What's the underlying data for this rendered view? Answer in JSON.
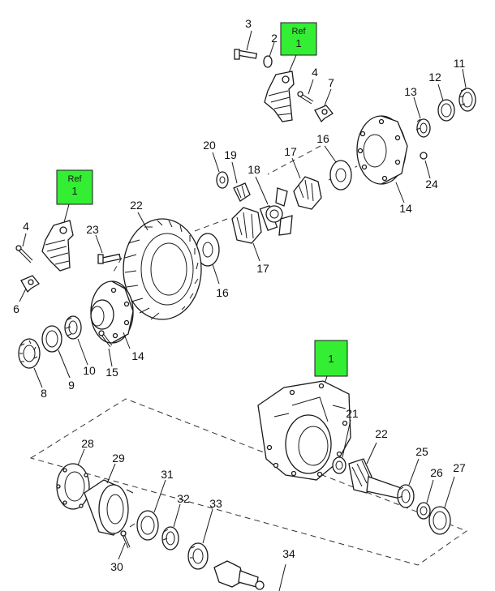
{
  "diagram": {
    "ref_boxes": [
      {
        "id": "ref-a",
        "line1": "Ref",
        "line2": "1"
      },
      {
        "id": "ref-b",
        "line1": "Ref",
        "line2": "1"
      },
      {
        "id": "ref-c",
        "line1": "",
        "line2": "1"
      }
    ],
    "callouts": {
      "c1": "1",
      "c2": "2",
      "c3": "3",
      "c4a": "4",
      "c4b": "4",
      "c6": "6",
      "c7": "7",
      "c8": "8",
      "c9": "9",
      "c10": "10",
      "c11": "11",
      "c12": "12",
      "c13": "13",
      "c14a": "14",
      "c14b": "14",
      "c15": "15",
      "c16a": "16",
      "c16b": "16",
      "c17a": "17",
      "c17b": "17",
      "c18": "18",
      "c19": "19",
      "c20": "20",
      "c21": "21",
      "c22a": "22",
      "c22b": "22",
      "c23": "23",
      "c24": "24",
      "c25": "25",
      "c26": "26",
      "c27": "27",
      "c28": "28",
      "c29": "29",
      "c30": "30",
      "c31": "31",
      "c32": "32",
      "c33": "33",
      "c34": "34"
    },
    "colors": {
      "ref_fill": "#33ee33",
      "line": "#1a1a1a",
      "background": "#ffffff"
    }
  }
}
